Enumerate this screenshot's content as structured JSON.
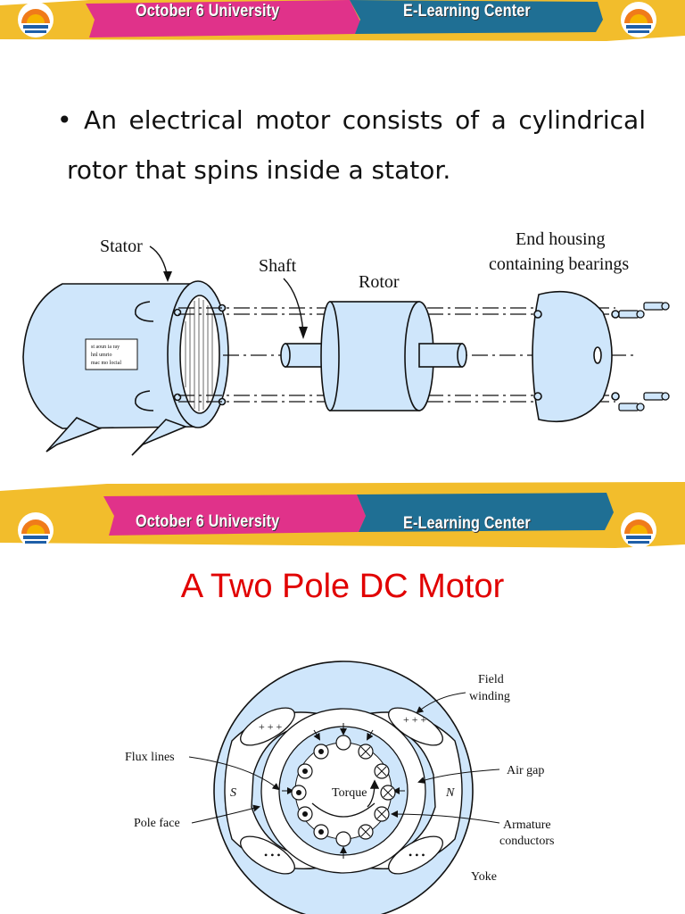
{
  "banner": {
    "university": "October 6 University",
    "center": "E-Learning Center"
  },
  "slide1": {
    "bullet_symbol": "•",
    "line1": "An electrical motor consists of a cylindrical",
    "line2": "rotor that spins inside a stator.",
    "figure": {
      "stator_label": "Stator",
      "shaft_label": "Shaft",
      "rotor_label": "Rotor",
      "end_housing_line1": "End housing",
      "end_housing_line2": "containing bearings",
      "nameplate_lines": [
        "st aoun ia ray",
        "hnl umrio",
        "mac mo locial"
      ]
    }
  },
  "slide2": {
    "title": "A Two Pole DC Motor",
    "figure": {
      "field_winding_line1": "Field",
      "field_winding_line2": "winding",
      "flux_lines": "Flux lines",
      "air_gap": "Air gap",
      "pole_face": "Pole face",
      "armature_line1": "Armature",
      "armature_line2": "conductors",
      "yoke": "Yoke",
      "torque": "Torque",
      "pole_s": "S",
      "pole_n": "N"
    }
  },
  "colors": {
    "banner_pink": "#e0328a",
    "banner_teal": "#1f6f94",
    "banner_yellow": "#f2bd2c",
    "title_red": "#e10000",
    "motor_fill": "#cfe6fb"
  }
}
